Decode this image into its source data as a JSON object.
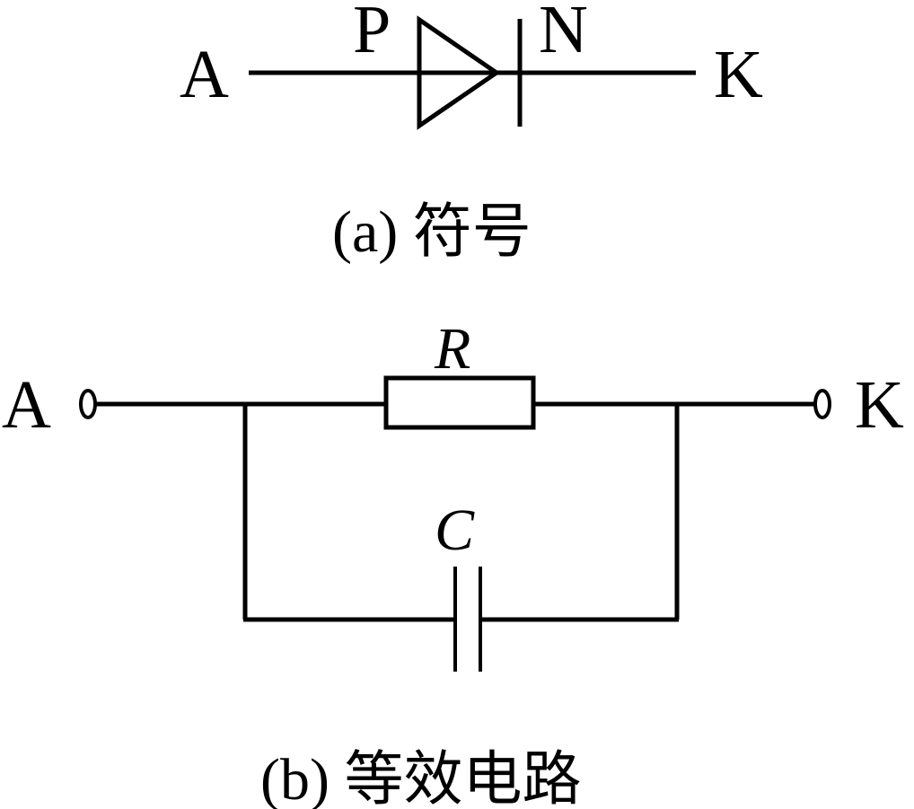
{
  "diagram_a": {
    "terminal_anode": "A",
    "terminal_cathode": "K",
    "region_p": "P",
    "region_n": "N",
    "caption": "(a) 符号"
  },
  "diagram_b": {
    "terminal_anode": "A",
    "terminal_cathode": "K",
    "resistor_label": "R",
    "capacitor_label": "C",
    "caption": "(b) 等效电路"
  },
  "colors": {
    "stroke": "#000000",
    "background": "#ffffff"
  }
}
